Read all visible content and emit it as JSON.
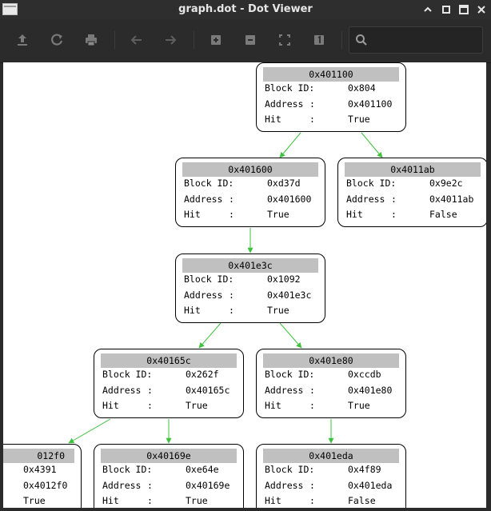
{
  "window": {
    "title": "graph.dot - Dot Viewer"
  },
  "search": {
    "placeholder": "",
    "value": ""
  },
  "labels": {
    "block_id": "Block ID:",
    "address": "Address",
    "hit": "Hit",
    "colon": ":"
  },
  "nodes": [
    {
      "id": "n401100",
      "header": "0x401100",
      "block_id": "0x804",
      "address": "0x401100",
      "hit": "True"
    },
    {
      "id": "n401600",
      "header": "0x401600",
      "block_id": "0xd37d",
      "address": "0x401600",
      "hit": "True"
    },
    {
      "id": "n4011ab",
      "header": "0x4011ab",
      "block_id": "0x9e2c",
      "address": "0x4011ab",
      "hit": "False"
    },
    {
      "id": "n401e3c",
      "header": "0x401e3c",
      "block_id": "0x1092",
      "address": "0x401e3c",
      "hit": "True"
    },
    {
      "id": "n40165c",
      "header": "0x40165c",
      "block_id": "0x262f",
      "address": "0x40165c",
      "hit": "True"
    },
    {
      "id": "n401e80",
      "header": "0x401e80",
      "block_id": "0xccdb",
      "address": "0x401e80",
      "hit": "True"
    },
    {
      "id": "n4012f0",
      "header": "012f0",
      "block_id": "0x4391",
      "address": "0x4012f0",
      "hit": "True"
    },
    {
      "id": "n40169e",
      "header": "0x40169e",
      "block_id": "0xe64e",
      "address": "0x40169e",
      "hit": "True"
    },
    {
      "id": "n401eda",
      "header": "0x401eda",
      "block_id": "0x4f89",
      "address": "0x401eda",
      "hit": "False"
    }
  ],
  "edges": [
    {
      "from": "0x401100",
      "to": "0x401600"
    },
    {
      "from": "0x401100",
      "to": "0x4011ab"
    },
    {
      "from": "0x401600",
      "to": "0x401e3c"
    },
    {
      "from": "0x401e3c",
      "to": "0x40165c"
    },
    {
      "from": "0x401e3c",
      "to": "0x401e80"
    },
    {
      "from": "0x40165c",
      "to": "0x4012f0"
    },
    {
      "from": "0x40165c",
      "to": "0x40169e"
    },
    {
      "from": "0x401e80",
      "to": "0x401eda"
    }
  ],
  "colors": {
    "edge": "#3ec23e",
    "header_fill": "#c0c0c0",
    "chrome": "#2b2b2b"
  },
  "icons": {
    "toolbar": [
      "open-icon",
      "reload-icon",
      "print-icon",
      "back-icon",
      "forward-icon",
      "zoom-in-icon",
      "zoom-out-icon",
      "zoom-fit-icon",
      "zoom-100-icon"
    ],
    "window": [
      "app-icon",
      "minimize-icon",
      "maximize-icon",
      "close-icon"
    ]
  }
}
